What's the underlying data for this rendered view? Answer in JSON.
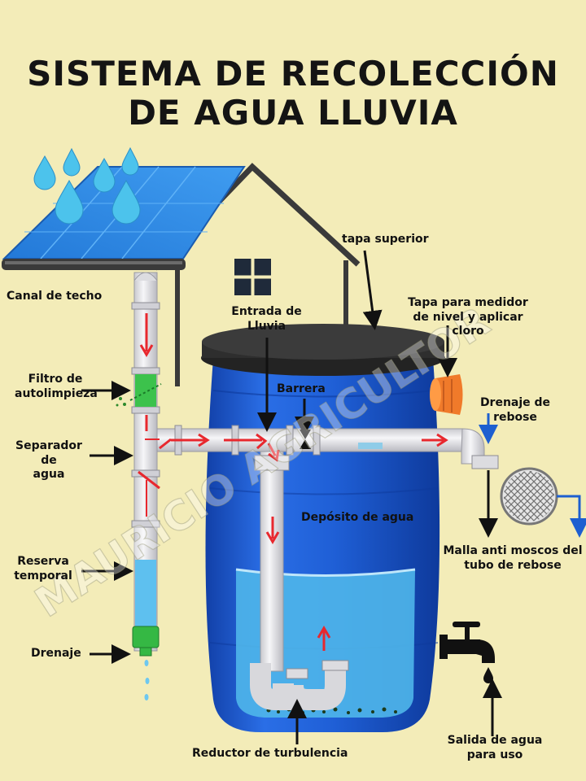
{
  "title": {
    "line1": "SISTEMA DE RECOLECCIÓN",
    "line2": "DE AGUA LLUVIA"
  },
  "labels": {
    "canal_techo": "Canal de techo",
    "filtro_1": "Filtro de",
    "filtro_2": "autolimpieza",
    "separador_1": "Separador de",
    "separador_2": "agua",
    "reserva_1": "Reserva",
    "reserva_2": "temporal",
    "drenaje": "Drenaje",
    "entrada_1": "Entrada de",
    "entrada_2": "Lluvia",
    "barrera": "Barrera",
    "tapa_superior": "tapa superior",
    "tapa_medidor_1": "Tapa para medidor",
    "tapa_medidor_2": "de nivel y aplicar",
    "tapa_medidor_3": "cloro",
    "drenaje_rebose_1": "Drenaje de",
    "drenaje_rebose_2": "rebose",
    "deposito": "Depósito de agua",
    "malla_1": "Malla anti moscos del",
    "malla_2": "tubo de rebose",
    "reductor": "Reductor de turbulencia",
    "salida_1": "Salida de agua",
    "salida_2": "para uso"
  },
  "watermark": "MAURICIO AGRICULTOR",
  "colors": {
    "background": "#f3ecb8",
    "tank_blue": "#1f5fd6",
    "water": "#4fb6ea",
    "pipe": "#e8e8ea",
    "filter_green": "#3cc24c",
    "arrow_red": "#e8282e",
    "lid": "#2e2e2e",
    "cap_orange": "#f07a2a",
    "roof_blue": "#2e8ae6"
  }
}
